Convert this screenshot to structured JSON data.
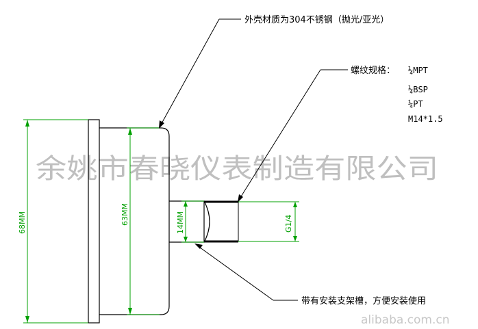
{
  "colors": {
    "line": "#000000",
    "dimension": "#00a000",
    "watermark": "#bfbfbf"
  },
  "labels": {
    "shell_material": "外壳材质为304不锈钢（抛光/亚光）",
    "thread_spec_title": "螺纹规格：",
    "thread_specs": [
      "¼MPT",
      "¼BSP",
      "¼PT",
      "M14*1.5"
    ],
    "bracket_note": "带有安装支架槽，方便安装使用"
  },
  "dimensions": {
    "outer_diameter": "68MM",
    "case_diameter": "63MM",
    "stem_diameter": "14MM",
    "thread_size": "G1/4"
  },
  "watermarks": {
    "company": "余姚市春晓仪表制造有限公司",
    "site": "alibaba.com.cn"
  }
}
